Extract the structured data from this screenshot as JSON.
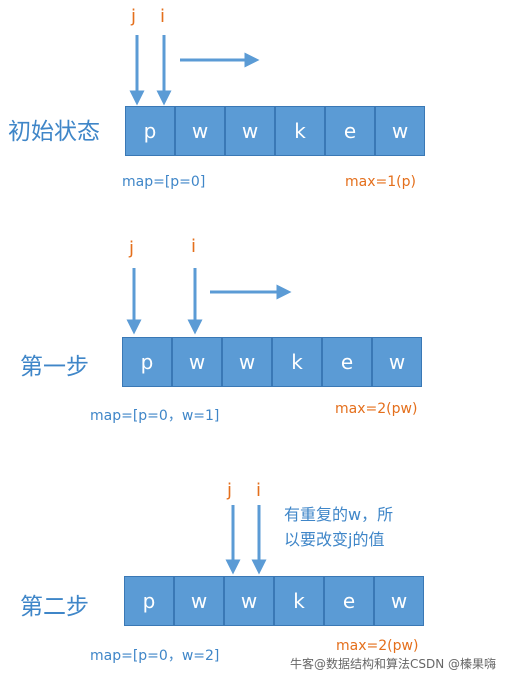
{
  "steps": [
    {
      "label": "初始状态",
      "pointer_j": "j",
      "pointer_i": "i",
      "cells": [
        "p",
        "w",
        "w",
        "k",
        "e",
        "w"
      ],
      "map": "map=[p=0]",
      "max": "max=1(p)"
    },
    {
      "label": "第一步",
      "pointer_j": "j",
      "pointer_i": "i",
      "cells": [
        "p",
        "w",
        "w",
        "k",
        "e",
        "w"
      ],
      "map": "map=[p=0，w=1]",
      "max": "max=2(pw)"
    },
    {
      "label": "第二步",
      "pointer_j": "j",
      "pointer_i": "i",
      "cells": [
        "p",
        "w",
        "w",
        "k",
        "e",
        "w"
      ],
      "map": "map=[p=0，w=2]",
      "max": "max=2(pw)",
      "note_line1": "有重复的w，所",
      "note_line2": "以要改变j的值"
    }
  ],
  "watermark": "牛客@数据结构和算法CSDN @榛果嗨",
  "colors": {
    "cell_fill": "#5b9bd5",
    "cell_border": "#3a78b5",
    "cell_text": "#ffffff",
    "label_blue": "#3f86c8",
    "pointer_orange": "#e46f1c"
  }
}
